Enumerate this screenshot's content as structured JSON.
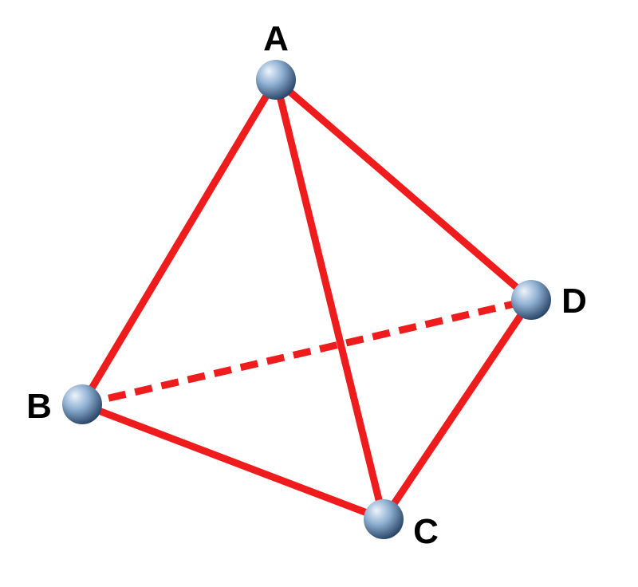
{
  "diagram": {
    "vertices": [
      {
        "id": "A",
        "label": "A"
      },
      {
        "id": "B",
        "label": "B"
      },
      {
        "id": "C",
        "label": "C"
      },
      {
        "id": "D",
        "label": "D"
      }
    ],
    "edges": [
      {
        "from": "A",
        "to": "B",
        "style": "solid"
      },
      {
        "from": "A",
        "to": "C",
        "style": "solid"
      },
      {
        "from": "A",
        "to": "D",
        "style": "solid"
      },
      {
        "from": "B",
        "to": "C",
        "style": "solid"
      },
      {
        "from": "C",
        "to": "D",
        "style": "solid"
      },
      {
        "from": "B",
        "to": "D",
        "style": "dashed"
      }
    ],
    "colors": {
      "edge": "#ee1c1c",
      "vertex_highlight": "#eef4fb",
      "vertex_mid": "#8fb0d2",
      "vertex_dark": "#1f3a5c",
      "label": "#000000",
      "background": "#ffffff"
    }
  }
}
